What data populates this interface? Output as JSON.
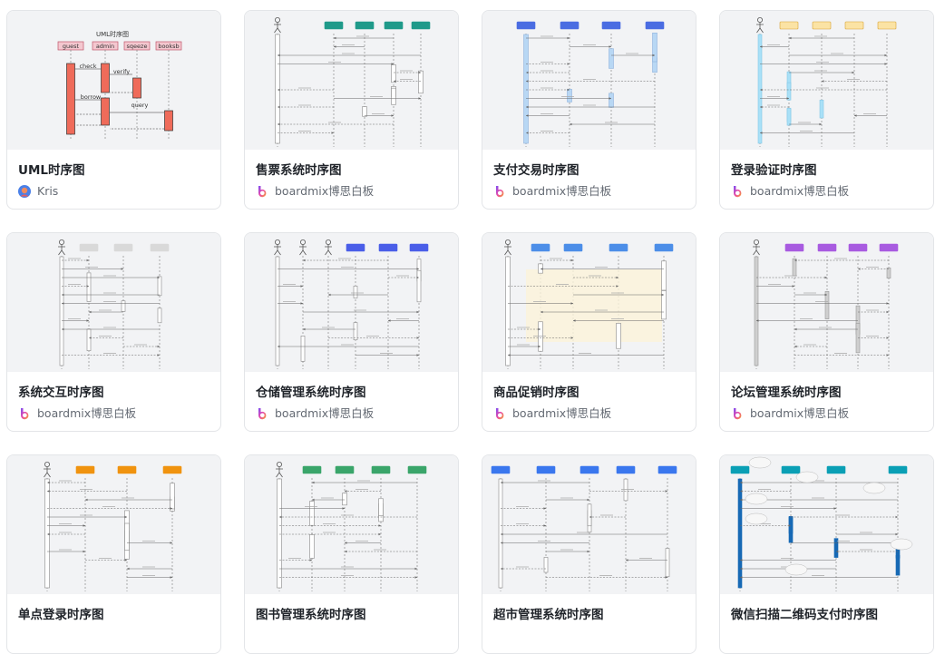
{
  "cards": [
    {
      "id": "uml",
      "title": "UML时序图",
      "author": "Kris",
      "avatar": "user-avatar-icon",
      "diagram": {
        "heading": "UML时序图",
        "actors": [
          "guest",
          "admin",
          "sqeeze",
          "booksb"
        ],
        "messages": [
          "check",
          "verify",
          "borrow",
          "query"
        ]
      }
    },
    {
      "id": "ticket",
      "title": "售票系统时序图",
      "author": "boardmix博思白板",
      "avatar": "boardmix-logo-icon"
    },
    {
      "id": "payment",
      "title": "支付交易时序图",
      "author": "boardmix博思白板",
      "avatar": "boardmix-logo-icon"
    },
    {
      "id": "login",
      "title": "登录验证时序图",
      "author": "boardmix博思白板",
      "avatar": "boardmix-logo-icon"
    },
    {
      "id": "interaction",
      "title": "系统交互时序图",
      "author": "boardmix博思白板",
      "avatar": "boardmix-logo-icon"
    },
    {
      "id": "warehouse",
      "title": "仓储管理系统时序图",
      "author": "boardmix博思白板",
      "avatar": "boardmix-logo-icon"
    },
    {
      "id": "promotion",
      "title": "商品促销时序图",
      "author": "boardmix博思白板",
      "avatar": "boardmix-logo-icon"
    },
    {
      "id": "forum",
      "title": "论坛管理系统时序图",
      "author": "boardmix博思白板",
      "avatar": "boardmix-logo-icon"
    },
    {
      "id": "sso",
      "title": "单点登录时序图",
      "author": "",
      "avatar": ""
    },
    {
      "id": "library",
      "title": "图书管理系统时序图",
      "author": "",
      "avatar": ""
    },
    {
      "id": "supermarket",
      "title": "超市管理系统时序图",
      "author": "",
      "avatar": ""
    },
    {
      "id": "wechatpay",
      "title": "微信扫描二维码支付时序图",
      "author": "",
      "avatar": ""
    }
  ]
}
